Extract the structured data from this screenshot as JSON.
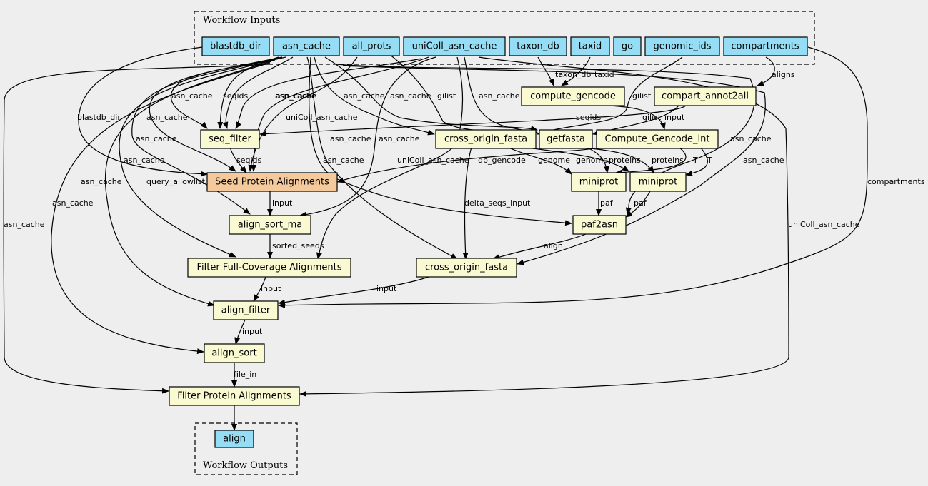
{
  "clusters": {
    "inputs": "Workflow Inputs",
    "outputs": "Workflow Outputs"
  },
  "nodes": {
    "blastdb_dir": "blastdb_dir",
    "asn_cache": "asn_cache",
    "all_prots": "all_prots",
    "uniColl_asn_cache": "uniColl_asn_cache",
    "taxon_db": "taxon_db",
    "taxid": "taxid",
    "go": "go",
    "genomic_ids": "genomic_ids",
    "compartments": "compartments",
    "compute_gencode": "compute_gencode",
    "compart_annot2all": "compart_annot2all",
    "seq_filter": "seq_filter",
    "cross_origin_fasta_1": "cross_origin_fasta",
    "getfasta": "getfasta",
    "compute_gencode_int": "Compute_Gencode_int",
    "seed_protein_alignments": "Seed Protein Alignments",
    "miniprot_1": "miniprot",
    "miniprot_2": "miniprot",
    "align_sort_ma": "align_sort_ma",
    "paf2asn": "paf2asn",
    "filter_full_coverage": "Filter Full-Coverage Alignments",
    "cross_origin_fasta_2": "cross_origin_fasta",
    "align_filter": "align_filter",
    "align_sort": "align_sort",
    "filter_protein_alignments": "Filter Protein Alignments",
    "align": "align"
  },
  "edge_labels": {
    "taxon_db": "taxon_db",
    "taxid": "taxid",
    "aligns": "aligns",
    "asn_cache": "asn_cache",
    "seqids": "seqids",
    "gilist": "gilist",
    "input": "input",
    "uniColl_asn_cache": "uniColl_asn_cache",
    "blastdb_dir": "blastdb_dir",
    "query_allowlist": "query_allowlist",
    "db_gencode": "db_gencode",
    "genome": "genome",
    "proteins": "proteins",
    "T": "T",
    "paf": "paf",
    "delta_seqs_input": "delta_seqs_input",
    "align": "align",
    "sorted_seeds": "sorted_seeds",
    "compartments": "compartments",
    "file_in": "file_in"
  }
}
